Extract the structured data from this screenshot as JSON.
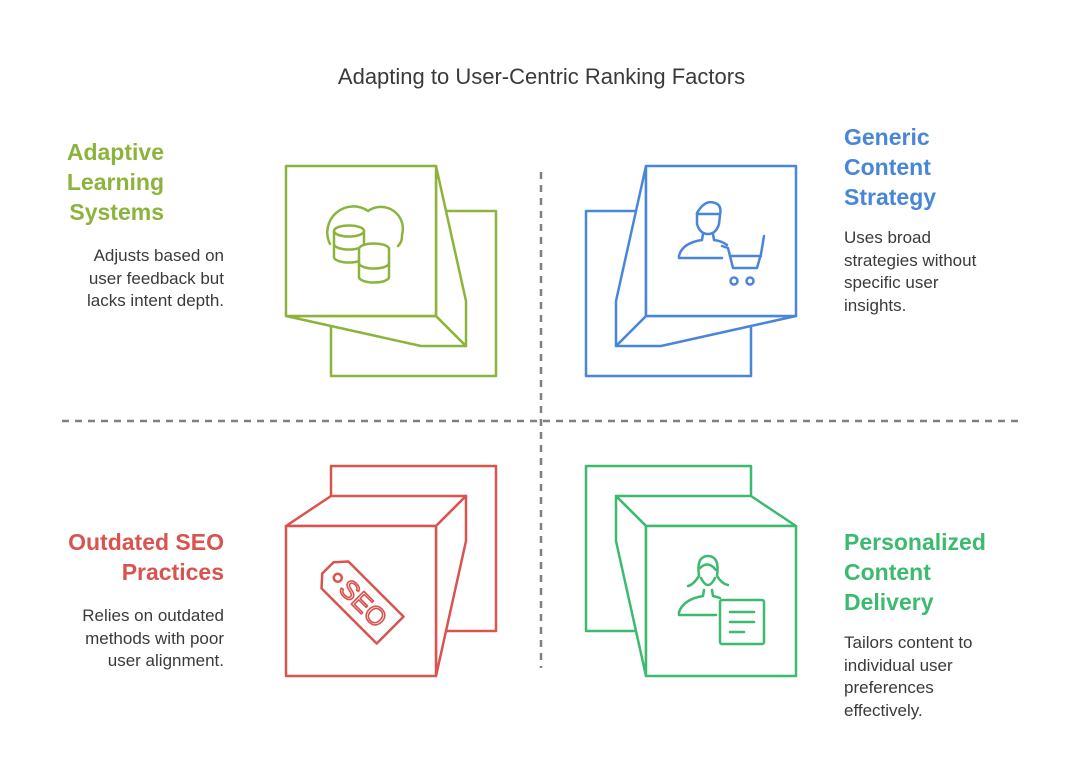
{
  "title": "Adapting to User-Centric Ranking Factors",
  "colors": {
    "green": "#8cb43c",
    "blue": "#4a86d8",
    "red": "#d9534f",
    "teal": "#3cba6e",
    "divider": "#808080",
    "text": "#3a3a3a"
  },
  "quadrants": {
    "top_left": {
      "heading": "Adaptive\nLearning\nSystems",
      "description": "Adjusts based on\nuser feedback but\nlacks intent depth.",
      "icon": "database-cloud-icon"
    },
    "top_right": {
      "heading": "Generic\nContent\nStrategy",
      "description": "Uses broad\nstrategies without\nspecific user\ninsights.",
      "icon": "user-cart-icon"
    },
    "bottom_left": {
      "heading": "Outdated SEO\nPractices",
      "description": "Relies on outdated\nmethods with poor\nuser alignment.",
      "icon": "seo-tag-icon"
    },
    "bottom_right": {
      "heading": "Personalized\nContent\nDelivery",
      "description": "Tailors content to\nindividual user\npreferences\neffectively.",
      "icon": "user-document-icon"
    }
  }
}
